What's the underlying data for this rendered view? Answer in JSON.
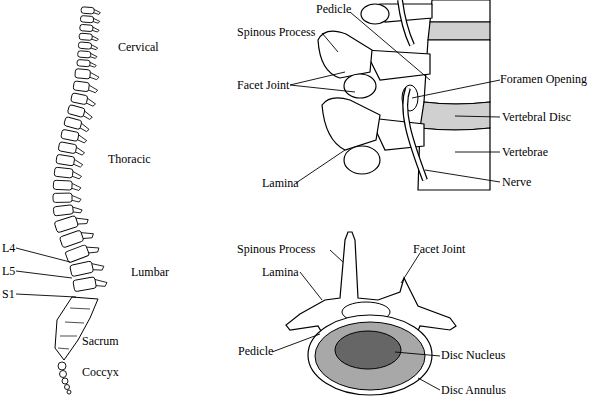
{
  "diagram": {
    "labels": [
      "Cervical",
      "Thoracic",
      "L4",
      "L5",
      "S1",
      "Lumbar",
      "Sacrum",
      "Coccyx",
      "Pedicle",
      "Spinous Process",
      "Foramen Opening",
      "Facet Joint",
      "Vertebral Disc",
      "Vertebrae",
      "Lamina",
      "Nerve",
      "Spinous Process",
      "Facet Joint",
      "Lamina",
      "Pedicle",
      "Disc Nucleus",
      "Disc Annulus"
    ]
  }
}
